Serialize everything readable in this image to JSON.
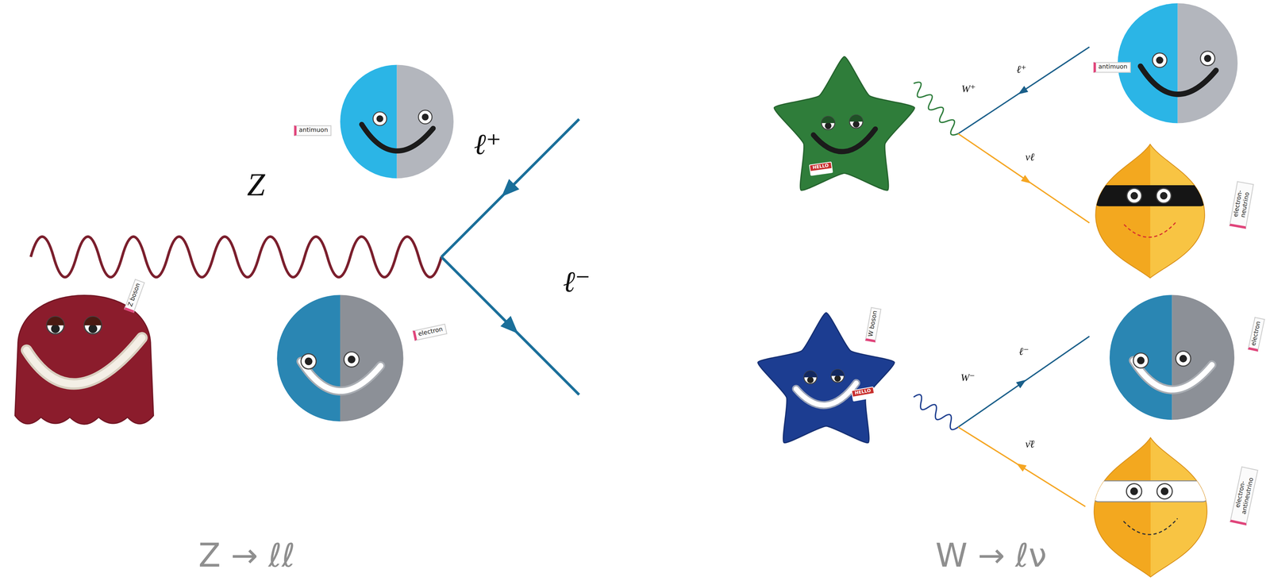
{
  "diagram": {
    "nodes": [
      {
        "text": [
          "antimuon"
        ]
      },
      {
        "text": [
          "Z boson"
        ]
      },
      {
        "text": [
          "electron"
        ]
      },
      {
        "text": [
          "HELLO"
        ]
      },
      {
        "text": [
          "antimuon"
        ]
      },
      {
        "text": [
          "electron- neutrino"
        ]
      },
      {
        "text": [
          "W boson",
          "HELLO"
        ]
      },
      {
        "text": [
          "electron"
        ]
      },
      {
        "text": [
          "electron- antineutrino"
        ]
      }
    ],
    "labels": [
      "Z",
      "ℓ⁺",
      "ℓ⁻",
      "Z → ℓℓ",
      "W⁺",
      "ℓ⁺",
      "νℓ",
      "W⁻",
      "ℓ⁻",
      "ν̄ℓ",
      "W → ℓν"
    ]
  }
}
